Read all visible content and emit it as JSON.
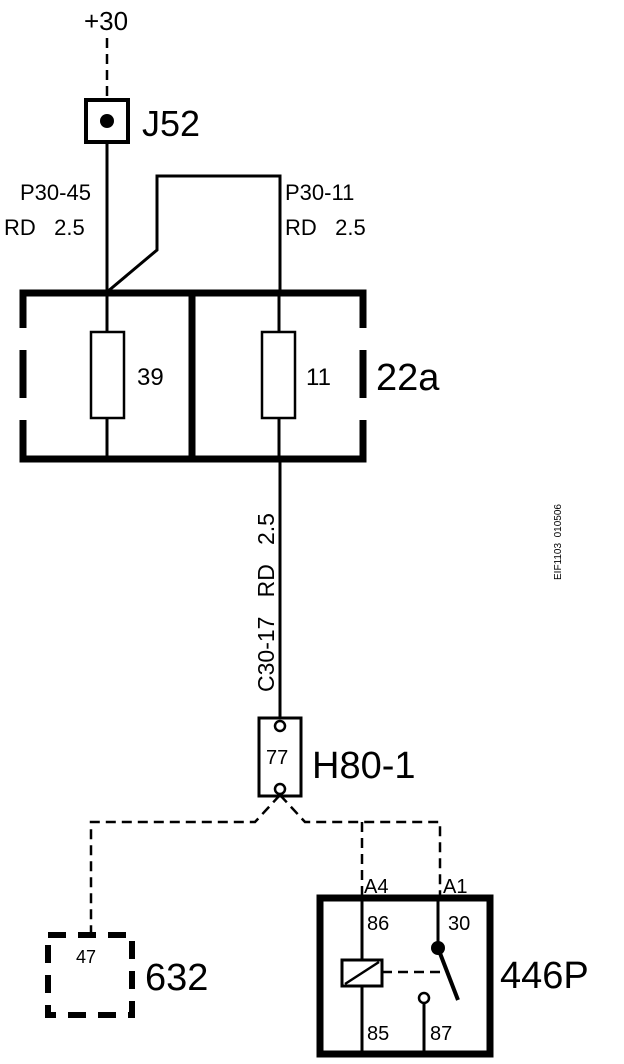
{
  "supply": {
    "label": "+30"
  },
  "j52": {
    "label": "J52"
  },
  "wires": {
    "left": {
      "code": "P30-45",
      "spec": "RD   2.5"
    },
    "right": {
      "code": "P30-11",
      "spec": "RD   2.5"
    },
    "down": {
      "text": "C30-17   RD   2.5"
    }
  },
  "fusebox": {
    "label": "22a",
    "fuses": [
      {
        "number": "39"
      },
      {
        "number": "11"
      }
    ]
  },
  "connector": {
    "label": "H80-1",
    "pin": "77"
  },
  "component_632": {
    "label": "632",
    "pin": "47"
  },
  "relay_446p": {
    "label": "446P",
    "pins": {
      "a4": "A4",
      "a1": "A1",
      "p86": "86",
      "p30": "30",
      "p85": "85",
      "p87": "87"
    }
  },
  "figure_code": "EIF1103  010506"
}
